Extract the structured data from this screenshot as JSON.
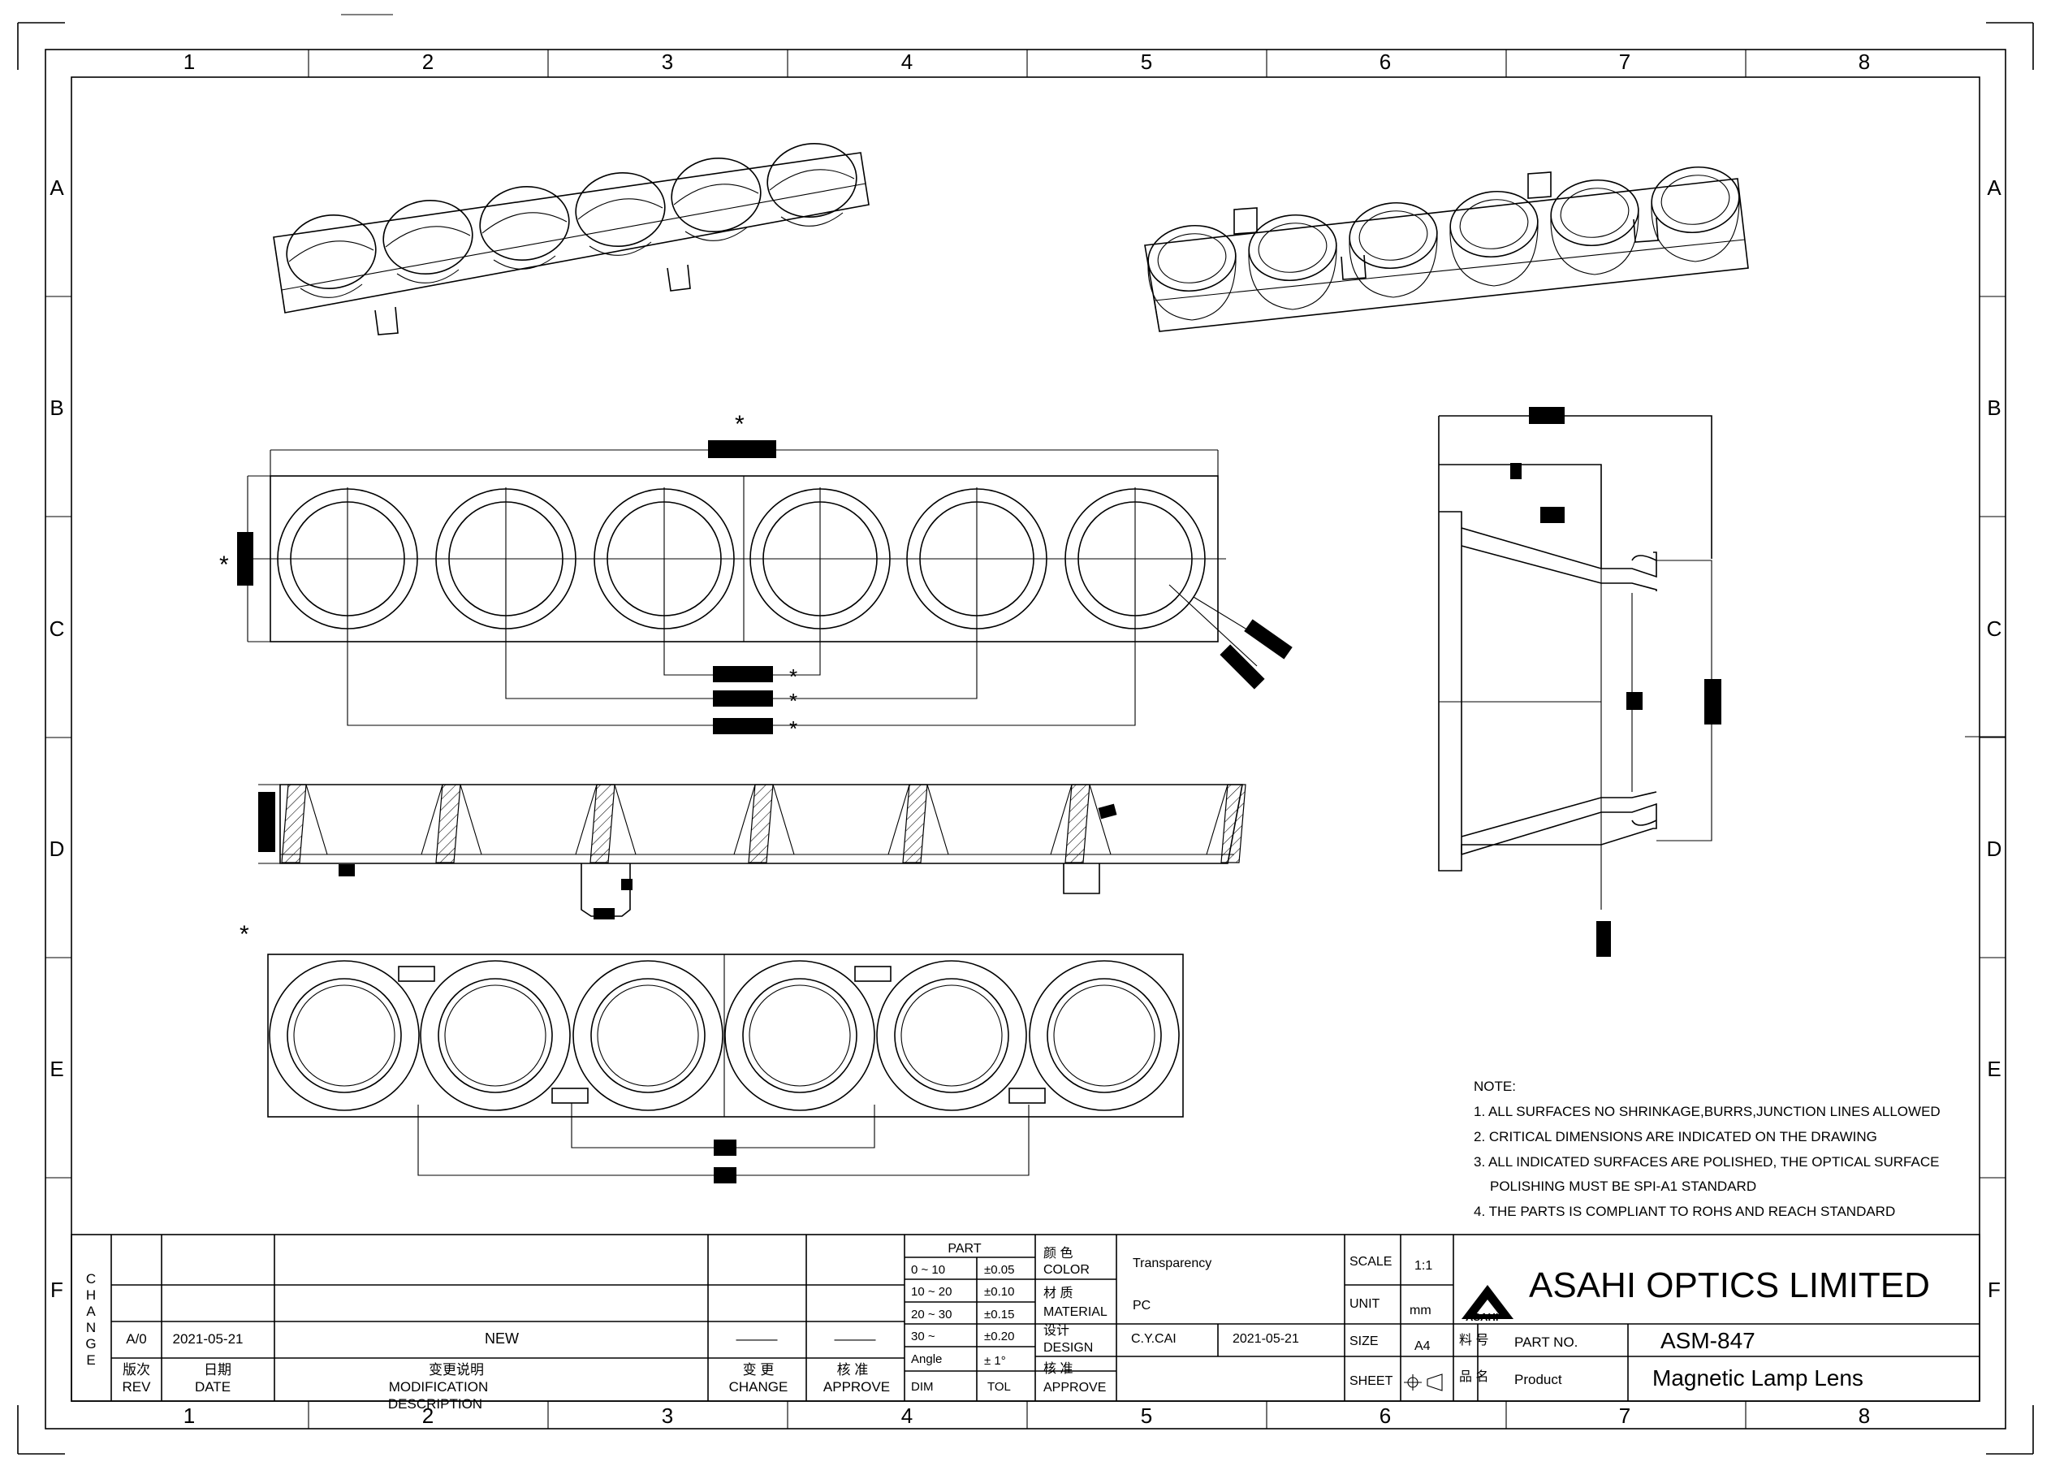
{
  "border": {
    "columns": [
      "1",
      "2",
      "3",
      "4",
      "5",
      "6",
      "7",
      "8"
    ],
    "rows": [
      "A",
      "B",
      "C",
      "D",
      "E",
      "F"
    ]
  },
  "asterisk": "*",
  "notes": {
    "heading": "NOTE:",
    "items": [
      "1. ALL SURFACES NO SHRINKAGE,BURRS,JUNCTION LINES ALLOWED",
      "2. CRITICAL DIMENSIONS ARE INDICATED ON THE DRAWING",
      "3. ALL INDICATED SURFACES ARE POLISHED, THE OPTICAL SURFACE",
      "POLISHING MUST BE SPI-A1 STANDARD",
      "4. THE PARTS IS COMPLIANT TO ROHS AND REACH STANDARD"
    ]
  },
  "title_block": {
    "change_vertical": [
      "C",
      "H",
      "A",
      "N",
      "G",
      "E"
    ],
    "revision": {
      "rev": "A/0",
      "date": "2021-05-21",
      "description": "NEW",
      "change": "———",
      "approve": "———"
    },
    "headers": {
      "rev_cn": "版次",
      "rev_en": "REV",
      "date_cn": "日期",
      "date_en": "DATE",
      "desc_cn": "变更说明",
      "desc_en1": "MODIFICATION",
      "desc_en2": "DESCRIPTION",
      "change_cn": "变 更",
      "change_en": "CHANGE",
      "approve_cn": "核 准",
      "approve_en": "APPROVE"
    },
    "tolerance": {
      "part_label": "PART",
      "rows": [
        {
          "range": "0 ~ 10",
          "tol": "±0.05"
        },
        {
          "range": "10 ~ 20",
          "tol": "±0.10"
        },
        {
          "range": "20 ~ 30",
          "tol": "±0.15"
        },
        {
          "range": "30 ~",
          "tol": "±0.20"
        },
        {
          "range": "Angle",
          "tol": "± 1°"
        }
      ],
      "dim_label": "DIM",
      "tol_label": "TOL"
    },
    "props": {
      "color_cn": "颜 色",
      "color_en": "COLOR",
      "color_value": "Transparency",
      "material_cn": "材 质",
      "material_en": "MATERIAL",
      "material_value": "PC",
      "design_cn": "设计",
      "design_en": "DESIGN",
      "designer": "C.Y.CAI",
      "design_date": "2021-05-21",
      "approve_cn": "核 准",
      "approve_en": "APPROVE"
    },
    "scale_label": "SCALE",
    "scale_value": "1:1",
    "unit_label": "UNIT",
    "unit_value": "mm",
    "size_label": "SIZE",
    "size_value": "A4",
    "sheet_label": "SHEET",
    "company": "ASAHI OPTICS LIMITED",
    "logo_text": "ASAHI",
    "part_no_cn": "料 号",
    "part_no_label": "PART NO.",
    "part_no": "ASM-847",
    "product_cn": "品 名",
    "product_label": "Product",
    "product": "Magnetic Lamp Lens"
  }
}
